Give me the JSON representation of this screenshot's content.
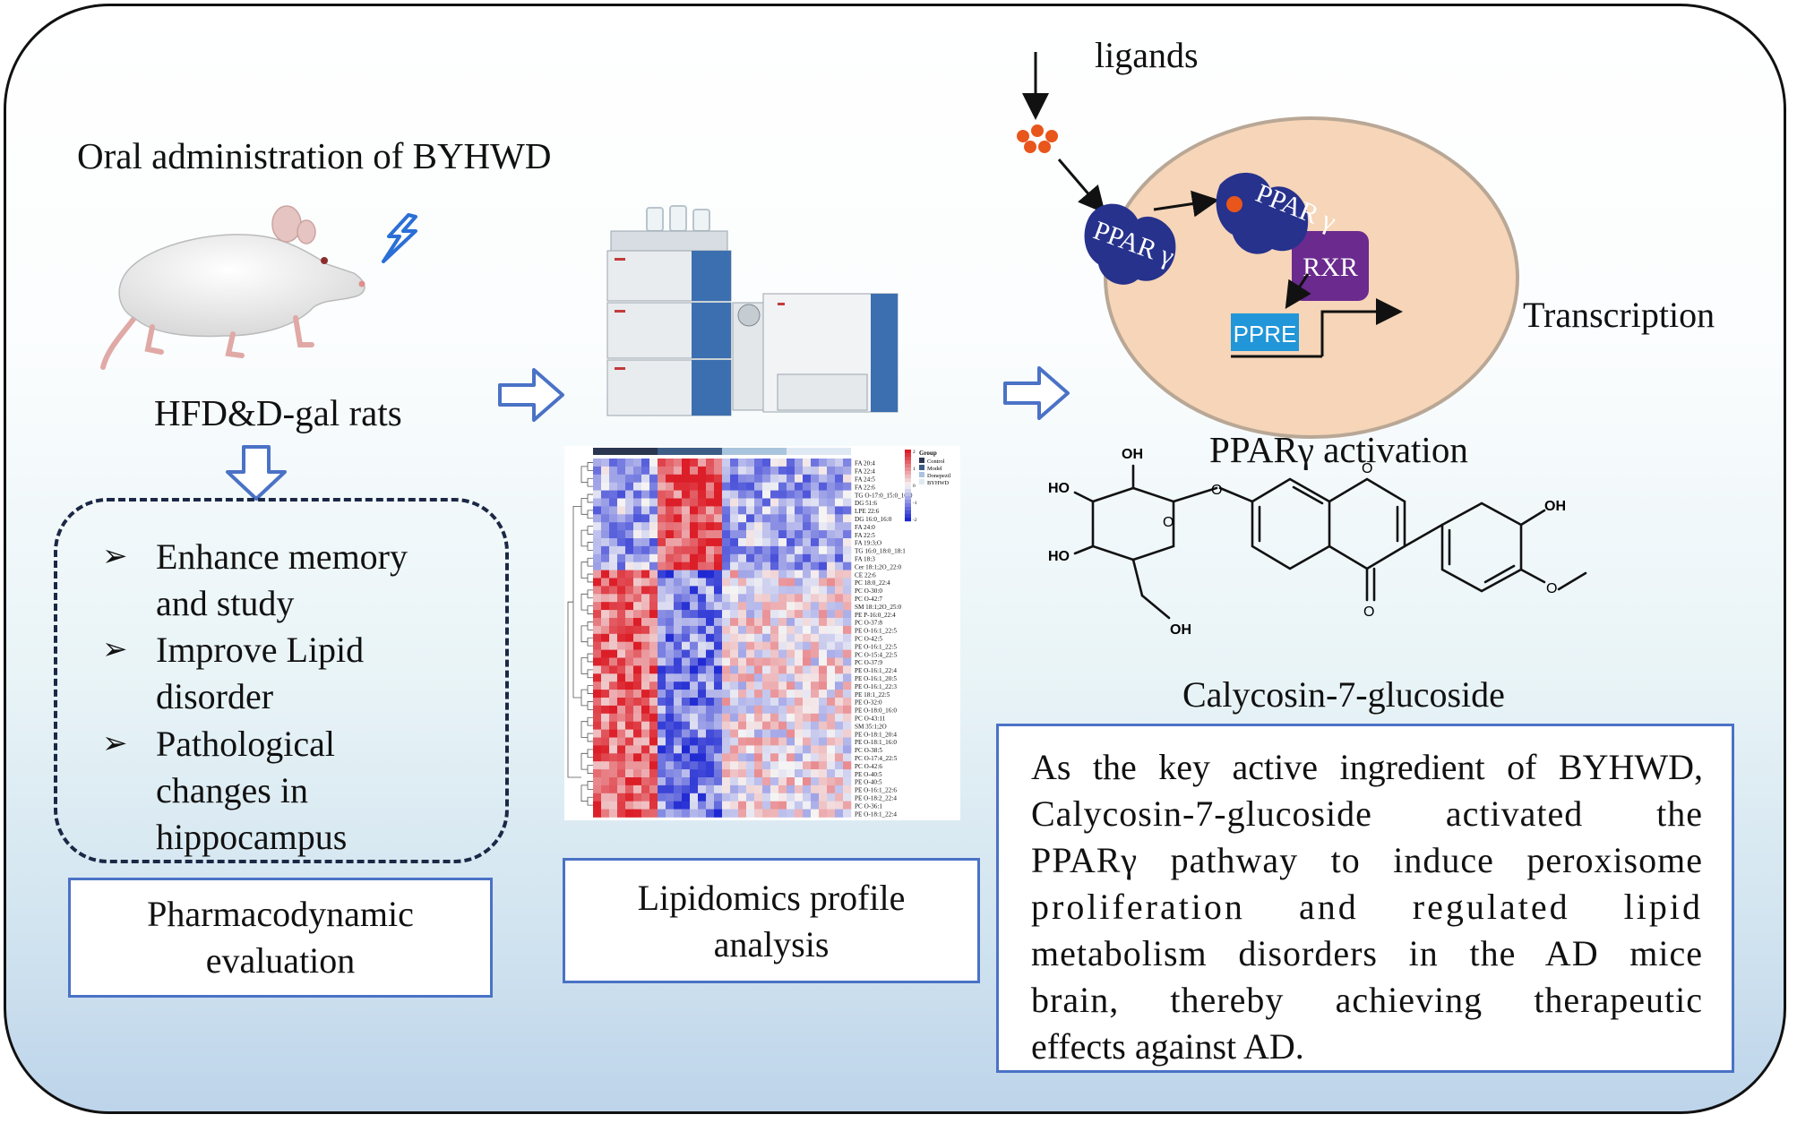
{
  "left_panel": {
    "title": "Oral administration of BYHWD",
    "rat_label": "HFD&D-gal rats",
    "bullets": [
      [
        "Enhance  memory",
        "and study"
      ],
      [
        "Improve Lipid",
        "disorder"
      ],
      [
        "Pathological",
        "changes in",
        "hippocampus"
      ]
    ],
    "box_label": [
      "Pharmacodynamic",
      "evaluation"
    ]
  },
  "middle_panel": {
    "heatmap": {
      "legend_title": "Group",
      "groups": [
        "Control",
        "Model",
        "Donepezil",
        "BYHWD"
      ],
      "scale_ticks": [
        "2",
        "1",
        "0",
        "-1",
        "-2"
      ],
      "rows": [
        "FA 20:4",
        "FA 22:4",
        "FA 24:5",
        "FA 22:6",
        "TG O-17:0_15:0_16:0",
        "DG 51:6",
        "LPE 22:6",
        "DG 16:0_16:0",
        "FA 24:0",
        "FA 22:5",
        "FA 19:3;O",
        "TG 16:0_18:0_18:1",
        "FA 18:3",
        "Cer 18:1;2O_22:0",
        "CE 22:6",
        "PC 18:0_22:4",
        "PC O-30:0",
        "PC O-42:7",
        "SM 18:1;2O_25:0",
        "PE P-16:0_22:4",
        "PC O-37:8",
        "PE O-16:1_22:5",
        "PC O-42:5",
        "PE O-16:1_22:5",
        "PC O-15:4_22:5",
        "PC O-37:9",
        "PE O-16:1_22:4",
        "PE O-16:1_20:5",
        "PE O-16:1_22:3",
        "PE 18:1_22:5",
        "PE O-32:0",
        "PE O-18:0_16:0",
        "PC O-43:11",
        "SM 35:1;2O",
        "PE O-18:1_20:4",
        "PE O-18:1_16:0",
        "PC O-38:5",
        "PC O-17:4_22:5",
        "PC O-42:6",
        "PE O-40:5",
        "PE O-40:5",
        "PE O-16:1_22:6",
        "PE O-18:2_22:4",
        "PC O-36:1",
        "PE O-18:1_22:4"
      ]
    },
    "box_label": [
      "Lipidomics profile",
      "analysis"
    ]
  },
  "right_panel": {
    "ligands": "ligands",
    "ppar_label": "PPAR γ",
    "rxr": "RXR",
    "ppre": "PPRE",
    "transcription": "Transcription",
    "activation": "PPARγ activation",
    "compound": "Calycosin-7-glucoside",
    "atoms": [
      "OH",
      "HO",
      "HO",
      "OH",
      "O",
      "O",
      "O",
      "O",
      "OH",
      "O"
    ],
    "summary": [
      "As the key active ingredient of BYHWD,",
      "Calycosin-7-glucoside activated the",
      "PPARγ pathway to induce peroxisome",
      "proliferation and regulated lipid",
      "metabolism disorders in the AD mice",
      "brain, thereby achieving therapeutic",
      "effects against AD."
    ]
  },
  "colors": {
    "frame_border": "#111111",
    "box_border": "#4a72c6",
    "flow_arrow": "#4a72c6",
    "ppar": "#26328c",
    "rxr": "#6a2a8e",
    "ppre": "#2196d8",
    "cell": "#f6d5b8",
    "ligand": "#e8561c"
  }
}
